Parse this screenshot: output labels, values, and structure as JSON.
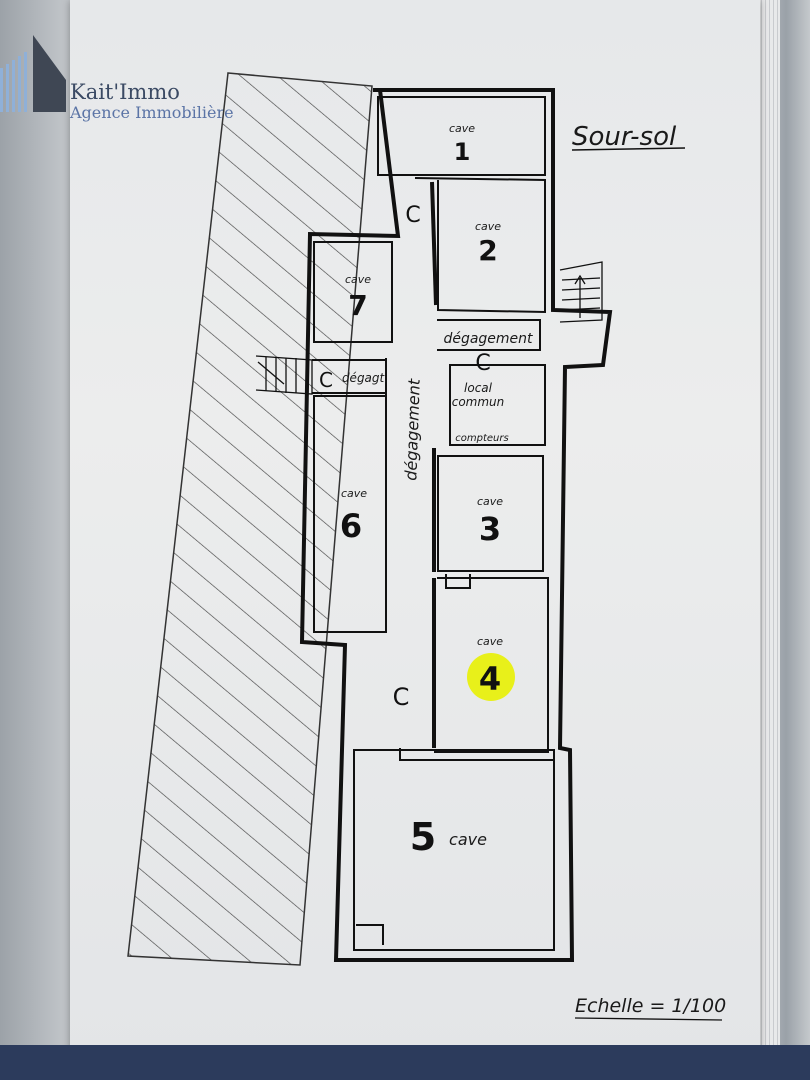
{
  "logo": {
    "title": "Kait'Immo",
    "subtitle": "Agence Immobilière"
  },
  "plan": {
    "title": "Sour-sol",
    "scale": "Echelle = 1/100",
    "cave_label": "cave",
    "corridor_label": "dégagement",
    "corridor_short": "dégagt.",
    "local_label": "local\ncommun",
    "compteurs_label": "compteurs",
    "circulation_mark": "C",
    "rooms": [
      {
        "number": "1",
        "label": "cave"
      },
      {
        "number": "2",
        "label": "cave"
      },
      {
        "number": "3",
        "label": "cave"
      },
      {
        "number": "4",
        "label": "cave",
        "highlighted": true
      },
      {
        "number": "5",
        "label": "cave"
      },
      {
        "number": "6",
        "label": "cave"
      },
      {
        "number": "7",
        "label": "cave"
      }
    ],
    "highlight_color": "#e8f01a"
  }
}
